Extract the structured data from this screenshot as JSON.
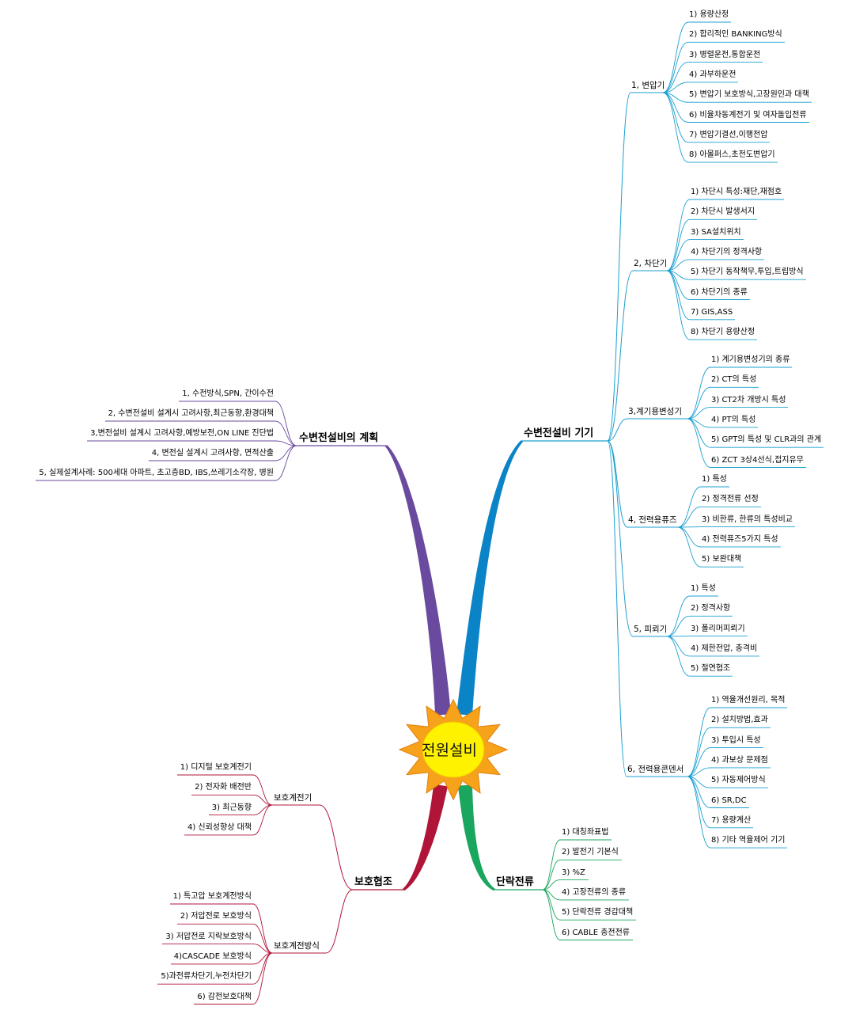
{
  "center": {
    "label": "전원설비"
  },
  "branches": [
    {
      "id": "equipment",
      "label": "수변전설비 기기",
      "color": "#0a84c6",
      "lineColor": "#1b9fd0",
      "groups": [
        {
          "label": "1, 변압기",
          "items": [
            "1) 용량산정",
            "2) 합리적인 BANKING방식",
            "3) 병렬운전,통합운전",
            "4) 과부하운전",
            "5) 변압기 보호방식,고장원인과 대책",
            "6) 비율차동계전기 및 여자돌입전류",
            "7) 변압기결선,이행전압",
            "8) 아몰퍼스,초전도변압기"
          ]
        },
        {
          "label": "2, 차단기",
          "items": [
            "1) 차단시 특성:재단,재점호",
            "2) 차단시 발생서지",
            "3) SA설치위치",
            "4) 차단기의 정격사항",
            "5) 차단기 동작책무,투입,트립방식",
            "6) 차단기의 종류",
            "7) GIS,ASS",
            "8) 차단기 용량산정"
          ]
        },
        {
          "label": "3,계기용변성기",
          "items": [
            "1) 계기용변성기의 종류",
            "2) CT의 특성",
            "3) CT2차 개방시 특성",
            "4) PT의 특성",
            "5) GPT의 특성 및 CLR과의 관계",
            "6) ZCT 3상4선식,접지유무"
          ]
        },
        {
          "label": "4, 전력용퓨즈",
          "items": [
            "1) 특성",
            "2) 정격전류 선정",
            "3) 비한류, 한류의 특성비교",
            "4) 전력퓨즈5가지 특성",
            "5) 보완대책"
          ]
        },
        {
          "label": "5, 피뢰기",
          "items": [
            "1) 특성",
            "2) 정격사항",
            "3) 폴리머피뢰기",
            "4) 제한전압, 충격비",
            "5) 절연협조"
          ]
        },
        {
          "label": "6, 전력용콘덴서",
          "items": [
            "1) 역율개선원리, 목적",
            "2) 설치방법,효과",
            "3) 투입시 특성",
            "4) 과보상 문제점",
            "5) 자동제어방식",
            "6) SR,DC",
            "7) 용량계산",
            "8) 기타 역율제어 기기"
          ]
        }
      ]
    },
    {
      "id": "plan",
      "label": "수변전설비의 계획",
      "color": "#6a4a9e",
      "lineColor": "#6a4a9e",
      "items": [
        "1, 수전방식,SPN, 간이수전",
        "2, 수변전설비 설계시 고려사항,최근동향,환경대책",
        "3,변전설비 설계시 고려사항,예방보전,ON LINE 진단법",
        "4, 변전실 설계시 고려사항, 면적산출",
        "5, 실제설계사례: 500세대 아파트, 초고층BD, IBS,쓰레기소각장, 병원"
      ]
    },
    {
      "id": "short",
      "label": "단락전류",
      "color": "#1aa65e",
      "lineColor": "#1aa65e",
      "items": [
        "1) 대칭좌표법",
        "2) 발전기 기본식",
        "3) %Z",
        "4) 고장전류의 종류",
        "5) 단락전류 경감대책",
        "6) CABLE 충전전류"
      ]
    },
    {
      "id": "protect",
      "label": "보호협조",
      "color": "#b01538",
      "lineColor": "#b01538",
      "groups": [
        {
          "label": "보호계전기",
          "items": [
            "1) 디지털 보호계전기",
            "2) 전자화 배전반",
            "3) 최근동향",
            "4) 신뢰성향상 대책"
          ]
        },
        {
          "label": "보호계전방식",
          "items": [
            "1) 특고압 보호계전방식",
            "2) 저압전로 보호방식",
            "3) 저압전로 지락보호방식",
            "4)CASCADE 보호방식",
            "5)과전류차단기,누전차단기",
            "6) 감전보호대책"
          ]
        }
      ]
    }
  ]
}
